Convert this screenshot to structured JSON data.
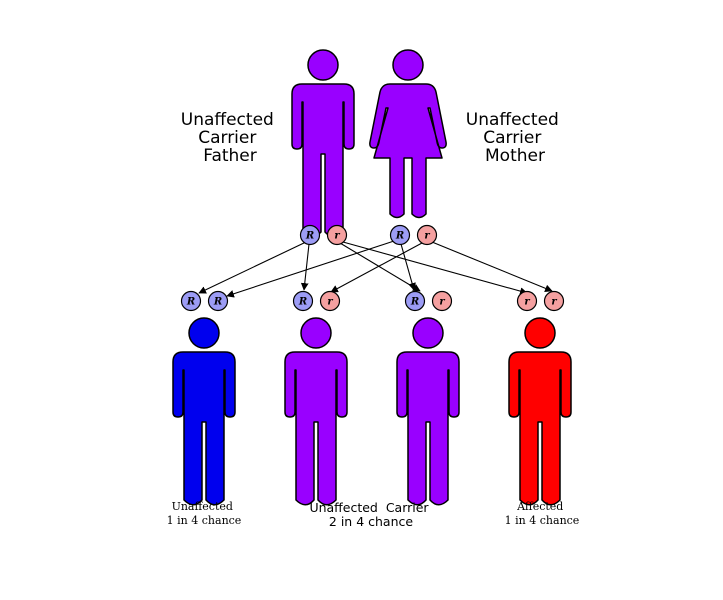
{
  "colors": {
    "parent": "#9900ff",
    "carrier_child": "#9900ff",
    "unaffected_child": "#0000ee",
    "affected_child": "#ff0000",
    "dominant_allele": "#9c9cf5",
    "recessive_allele": "#f5a0a0",
    "outline": "#000000"
  },
  "parents": {
    "father": {
      "lines": [
        "Unaffected",
        "Carrier",
        "Father"
      ],
      "alleles": [
        "R",
        "r"
      ]
    },
    "mother": {
      "lines": [
        "Unaffected",
        "Carrier",
        "Mother"
      ],
      "alleles": [
        "R",
        "r"
      ]
    }
  },
  "children": [
    {
      "alleles": [
        "R",
        "R"
      ],
      "color_key": "unaffected_child"
    },
    {
      "alleles": [
        "R",
        "r"
      ],
      "color_key": "carrier_child"
    },
    {
      "alleles": [
        "R",
        "r"
      ],
      "color_key": "carrier_child"
    },
    {
      "alleles": [
        "r",
        "r"
      ],
      "color_key": "affected_child"
    }
  ],
  "captions": {
    "unaffected": [
      "Unaffected",
      "1 in 4 chance"
    ],
    "carrier": [
      "Unaffected  Carrier",
      "2 in 4 chance"
    ],
    "affected": [
      "Affected",
      "1 in 4 chance"
    ]
  }
}
